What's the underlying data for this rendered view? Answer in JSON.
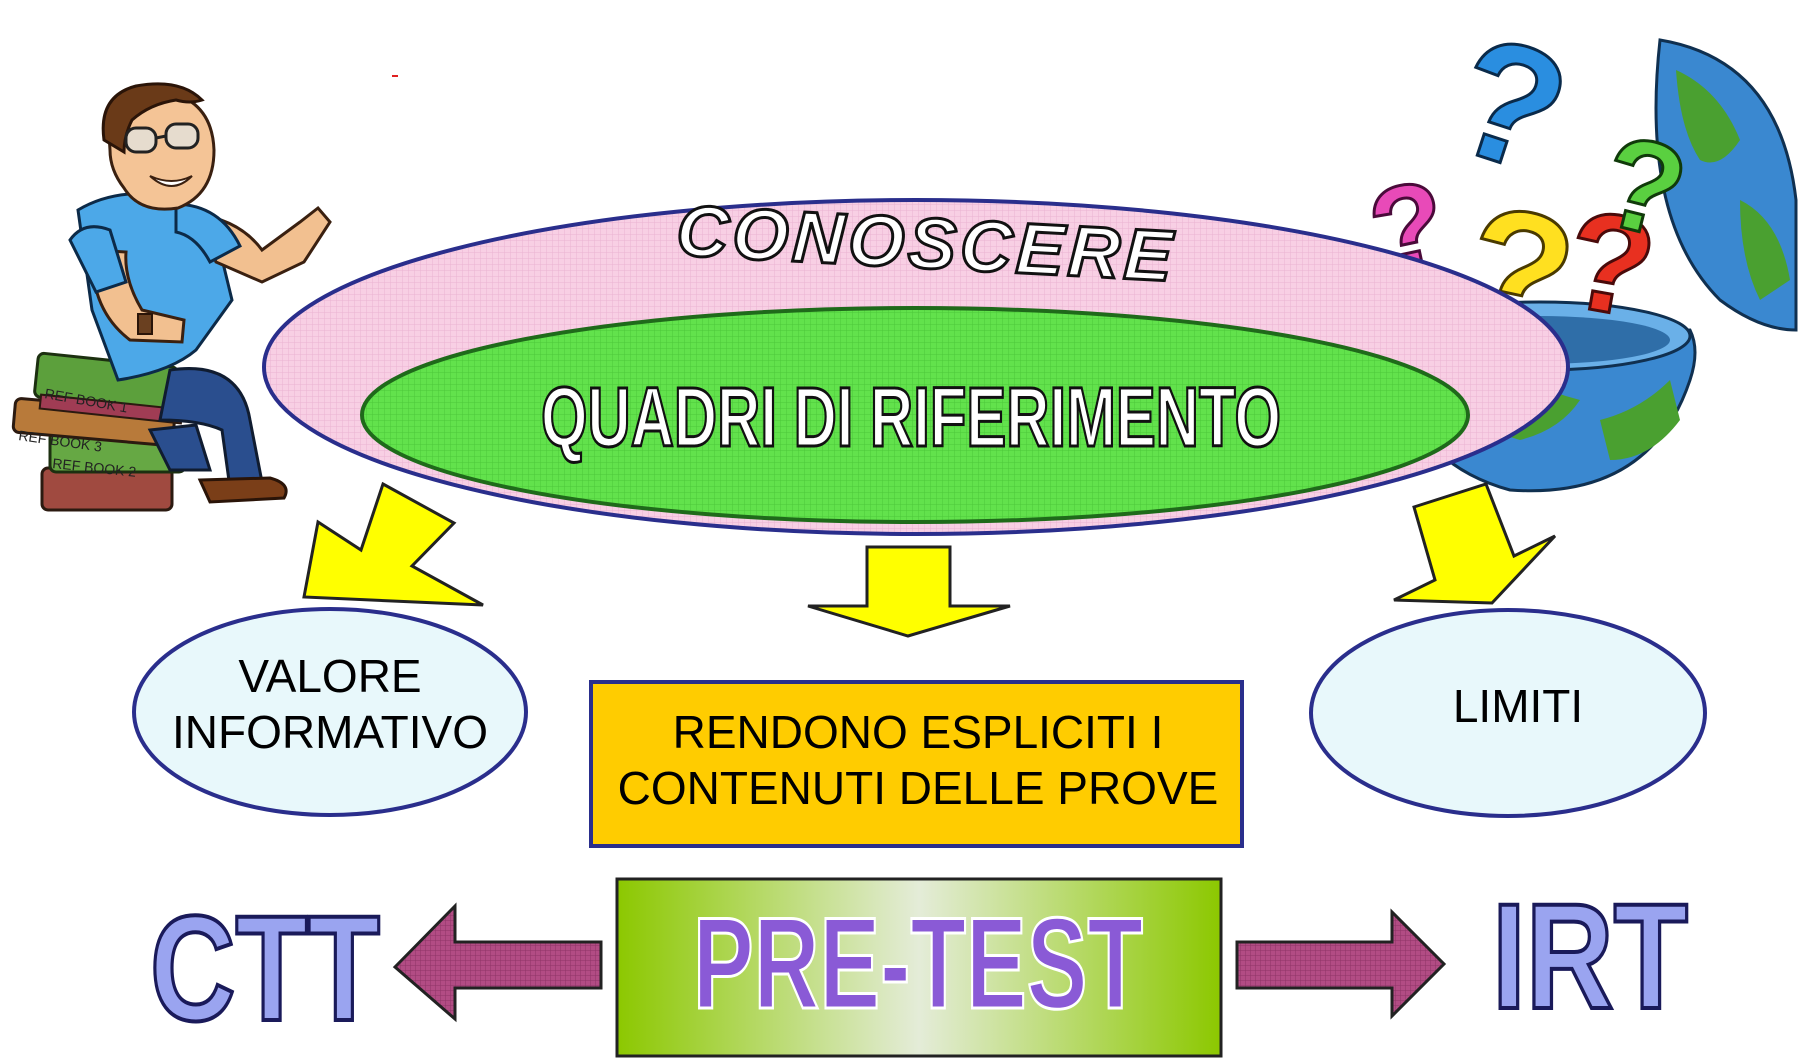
{
  "colors": {
    "outer_ellipse_fill": "#f6c6df",
    "outer_ellipse_stroke": "#2a2e8c",
    "inner_ellipse_fill": "#5fe04a",
    "inner_ellipse_stroke": "#1f8a2a",
    "arrow_yellow": "#ffff00",
    "arrow_stroke": "#222222",
    "bubble_fill": "#e8f8fb",
    "bubble_stroke": "#2a2e8c",
    "center_box_fill": "#ffcc00",
    "center_box_stroke": "#2a2e8c",
    "pretest_green": "#88c400",
    "side_arrow_fill": "#b04a80",
    "ctt_irt_fill": "#9aa4f0",
    "pretest_text_fill": "#8a5ad6"
  },
  "diagram": {
    "conoscere": "CONOSCERE",
    "quadri": "QUADRI DI RIFERIMENTO",
    "valore_line1": "VALORE",
    "valore_line2": "INFORMATIVO",
    "limiti": "LIMITI",
    "rendono_line1": "RENDONO ESPLICITI I",
    "rendono_line2": "CONTENUTI DELLE PROVE",
    "pretest": "PRE-TEST",
    "ctt": "CTT",
    "irt": "IRT"
  },
  "illustrations": {
    "left": "man-on-books-illustration",
    "left_book_labels": [
      "REF BOOK 1",
      "REF BOOK 3",
      "REF BOOK 2"
    ],
    "right": "globe-with-question-marks-illustration"
  }
}
